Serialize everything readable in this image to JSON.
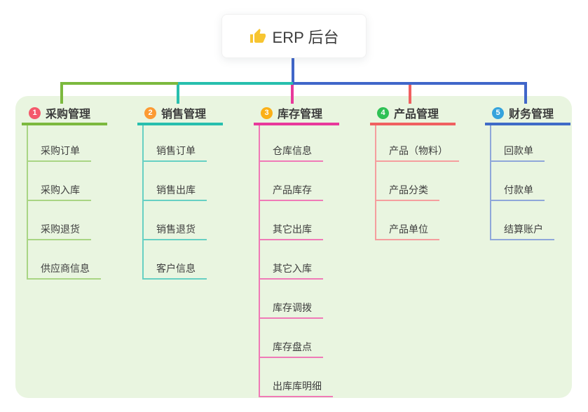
{
  "root": {
    "label": "ERP 后台",
    "icon": "thumbs-up-icon"
  },
  "colors": {
    "panel_background": "#e9f5e0",
    "root_connector": "#4066c9",
    "branch_1_line": "#7cb93e",
    "branch_1_badge": "#f4596b",
    "branch_2_line": "#28bfae",
    "branch_2_badge": "#fc9a33",
    "branch_3_line": "#e8399b",
    "branch_3_badge": "#fbb017",
    "branch_4_line": "#f06060",
    "branch_4_badge": "#2fc155",
    "branch_5_line": "#3f6bc7",
    "branch_5_badge": "#35a3dc"
  },
  "branches": [
    {
      "index": "1",
      "title": "采购管理",
      "children": [
        "采购订单",
        "采购入库",
        "采购退货",
        "供应商信息"
      ]
    },
    {
      "index": "2",
      "title": "销售管理",
      "children": [
        "销售订单",
        "销售出库",
        "销售退货",
        "客户信息"
      ]
    },
    {
      "index": "3",
      "title": "库存管理",
      "children": [
        "仓库信息",
        "产品库存",
        "其它出库",
        "其它入库",
        "库存调拨",
        "库存盘点",
        "出库库明细"
      ]
    },
    {
      "index": "4",
      "title": "产品管理",
      "children": [
        "产品（物料）",
        "产品分类",
        "产品单位"
      ]
    },
    {
      "index": "5",
      "title": "财务管理",
      "children": [
        "回款单",
        "付款单",
        "结算账户"
      ]
    }
  ]
}
